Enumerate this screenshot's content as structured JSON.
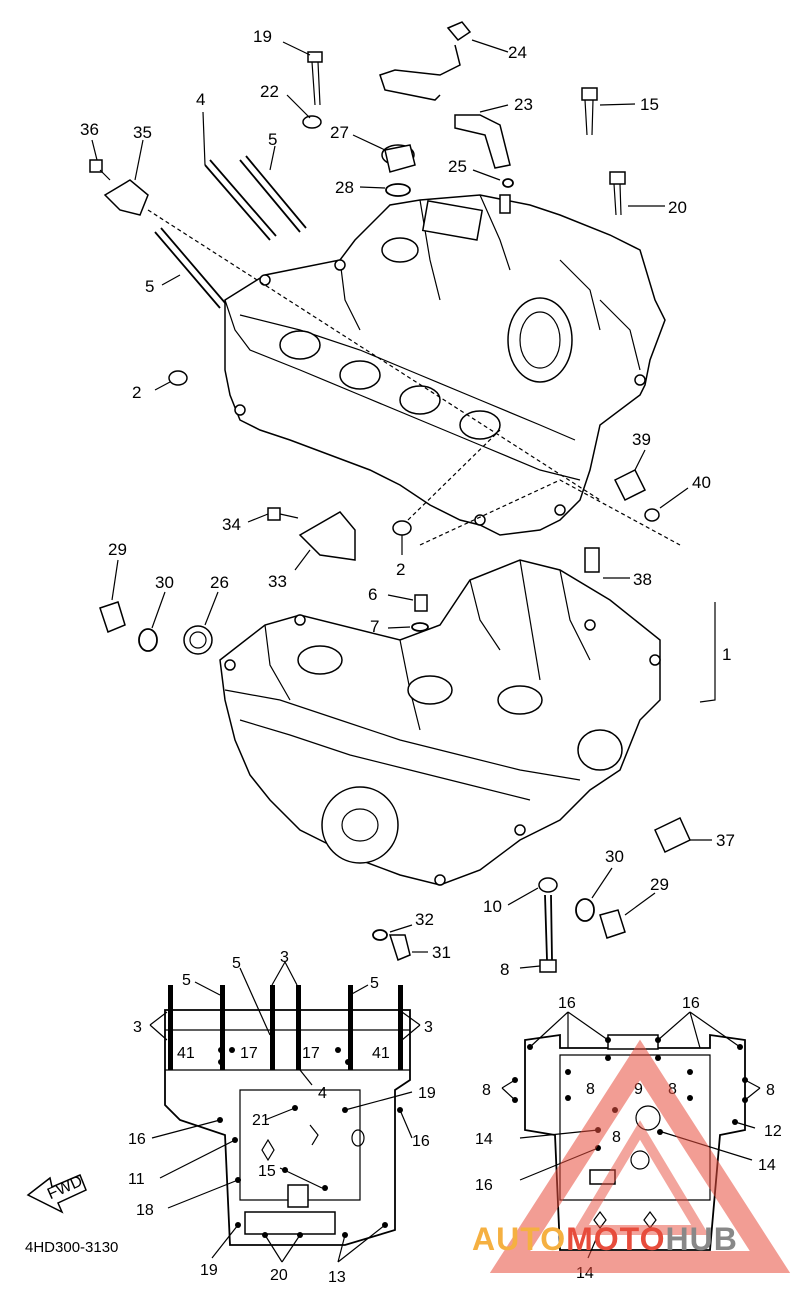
{
  "diagram_code": "4HD300-3130",
  "fwd_label": "FWD",
  "watermark": {
    "part1": "AUTO",
    "part2": "MOTO",
    "part3": "HUB",
    "color1": "#f5b041",
    "color2": "#e74c3c",
    "color3": "#888888"
  },
  "main_callouts": [
    "19",
    "24",
    "22",
    "23",
    "15",
    "4",
    "27",
    "36",
    "35",
    "5",
    "28",
    "25",
    "20",
    "5",
    "2",
    "39",
    "40",
    "34",
    "29",
    "30",
    "26",
    "33",
    "2",
    "6",
    "38",
    "7",
    "1",
    "37",
    "30",
    "29",
    "10",
    "32",
    "31",
    "8"
  ],
  "left_inset_callouts": [
    "3",
    "5",
    "5",
    "5",
    "3",
    "3",
    "41",
    "17",
    "17",
    "41",
    "4",
    "19",
    "16",
    "21",
    "16",
    "11",
    "15",
    "18",
    "19",
    "20",
    "13"
  ],
  "right_inset_callouts": [
    "16",
    "16",
    "8",
    "8",
    "8",
    "9",
    "8",
    "8",
    "12",
    "14",
    "14",
    "16",
    "14"
  ]
}
